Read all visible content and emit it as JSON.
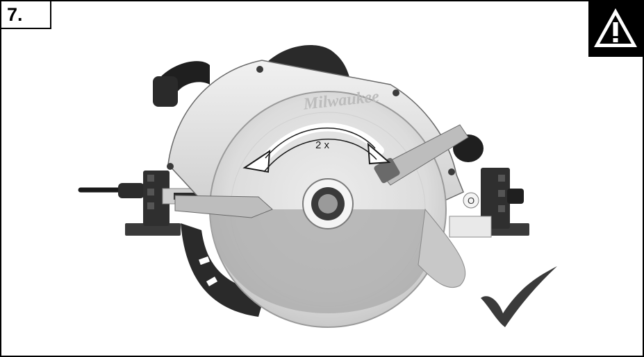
{
  "step": {
    "number": "7."
  },
  "warning": {
    "icon": "warning-triangle-icon"
  },
  "tool": {
    "brand": "Milwaukee",
    "rotation_label": "2 x",
    "bevel_mark": "O"
  },
  "result": {
    "icon": "checkmark-icon"
  },
  "colors": {
    "frame": "#000000",
    "body": "#e3e3e3",
    "guard": "#cfcfcf",
    "dark": "#2a2a2a"
  }
}
